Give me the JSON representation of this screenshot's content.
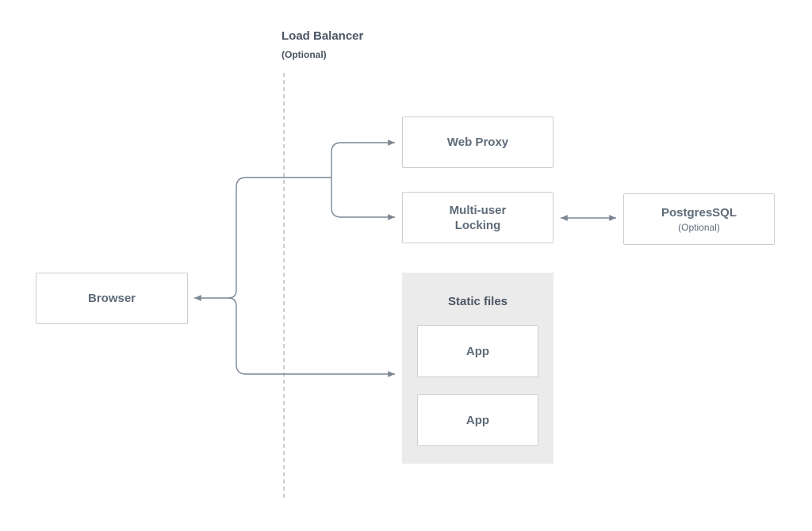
{
  "load_balancer": {
    "title": "Load Balancer",
    "subtitle": "(Optional)"
  },
  "nodes": {
    "browser": {
      "label": "Browser"
    },
    "web_proxy": {
      "label": "Web Proxy"
    },
    "locking": {
      "label": "Multi-user",
      "label2": "Locking"
    },
    "postgres": {
      "label": "PostgresSQL",
      "subtitle": "(Optional)"
    },
    "static_files": {
      "title": "Static files"
    },
    "app1": {
      "label": "App"
    },
    "app2": {
      "label": "App"
    }
  },
  "colors": {
    "connector": "#7b8794",
    "border": "#c9ced4",
    "group_fill": "#ebebeb",
    "text": "#5e6b78"
  }
}
